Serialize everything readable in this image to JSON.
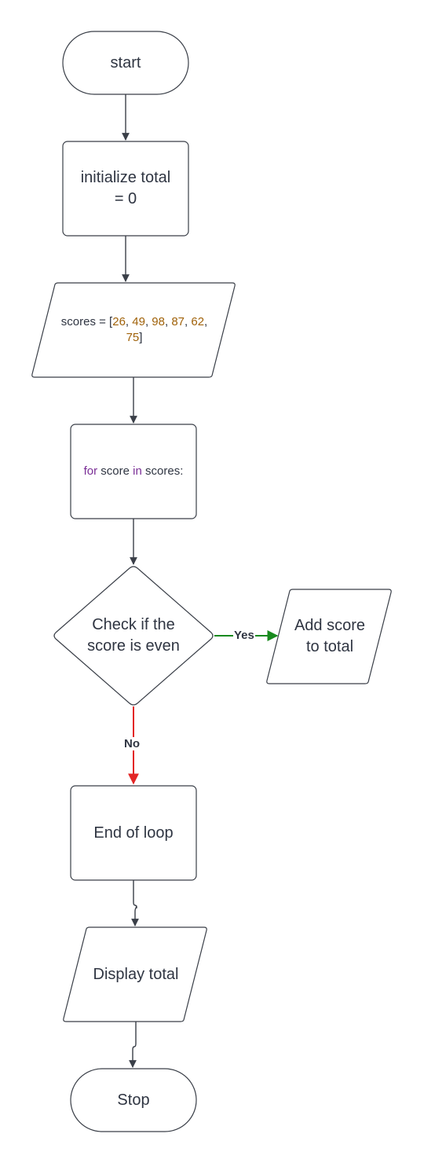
{
  "colors": {
    "stroke": "#3a3f48",
    "text": "#2f3542",
    "number": "#a0620a",
    "keyword": "#7a2e96",
    "yes_arrow": "#188a1e",
    "no_arrow": "#e32626"
  },
  "nodes": {
    "start": {
      "label": "start"
    },
    "init": {
      "label": "initialize total\n= 0"
    },
    "scores": {
      "prefix": "scores = [",
      "n1": "26",
      "s1": ", ",
      "n2": "49",
      "s2": ", ",
      "n3": "98",
      "s3": ", ",
      "n4": "87",
      "s4": ", ",
      "n5": "62",
      "s5": ",",
      "n6": "75",
      "suffix": "]"
    },
    "loop": {
      "kw_for": "for",
      "mid": " score ",
      "kw_in": "in",
      "end": " scores:"
    },
    "check": {
      "label": "Check if the\nscore is even"
    },
    "add": {
      "label": "Add score\nto total"
    },
    "end_loop": {
      "label": "End of loop"
    },
    "display": {
      "label": "Display total"
    },
    "stop": {
      "label": "Stop"
    }
  },
  "edges": {
    "yes_label": "Yes",
    "no_label": "No"
  }
}
